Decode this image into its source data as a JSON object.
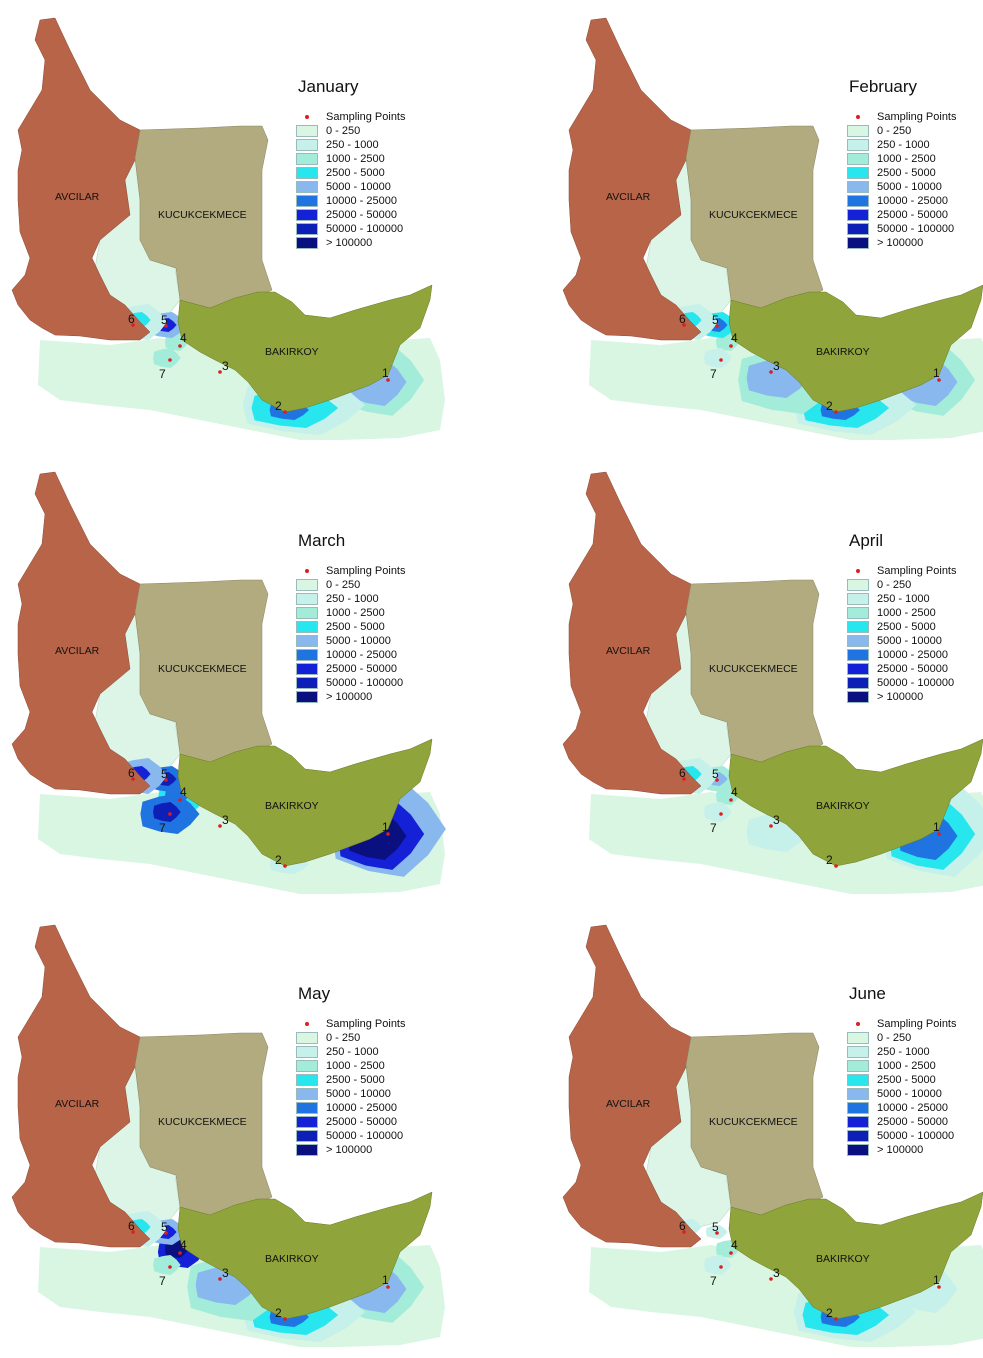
{
  "colors": {
    "avcilar": "#b86449",
    "kucukcekmece": "#b2ab80",
    "bakirkoy": "#8fa43a",
    "lake_land": "#dcf5e6",
    "sampling_point": "#dd1e1e"
  },
  "district_labels": [
    "AVCILAR",
    "KUCUKCEKMECE",
    "BAKIRKOY"
  ],
  "legend": {
    "sampling_points_label": "Sampling Points",
    "classes": [
      {
        "label": "0 - 250",
        "color": "#d9f6e2"
      },
      {
        "label": "250 - 1000",
        "color": "#c6f0ea"
      },
      {
        "label": "1000 - 2500",
        "color": "#a4ecda"
      },
      {
        "label": "2500 - 5000",
        "color": "#27e6ee"
      },
      {
        "label": "5000 - 10000",
        "color": "#88b8ee"
      },
      {
        "label": "10000 - 25000",
        "color": "#1f74e2"
      },
      {
        "label": "25000 - 50000",
        "color": "#1521d6"
      },
      {
        "label": "50000 - 100000",
        "color": "#0e1fb8"
      },
      {
        "label": "> 100000",
        "color": "#0a1080"
      }
    ]
  },
  "point_labels": [
    "1",
    "2",
    "3",
    "4",
    "5",
    "6",
    "7"
  ],
  "months": [
    {
      "name": "January",
      "classes": {
        "p1": 4,
        "p2": 5,
        "p3": 0,
        "p4": 2,
        "p5": 6,
        "p6": 3,
        "p7": 2
      }
    },
    {
      "name": "February",
      "classes": {
        "p1": 4,
        "p2": 5,
        "p3": 4,
        "p4": 2,
        "p5": 5,
        "p6": 3,
        "p7": 1
      }
    },
    {
      "name": "March",
      "classes": {
        "p1": 8,
        "p2": 1,
        "p3": 0,
        "p4": 5,
        "p5": 7,
        "p6": 6,
        "p7": 7
      }
    },
    {
      "name": "April",
      "classes": {
        "p1": 5,
        "p2": 0,
        "p3": 1,
        "p4": 2,
        "p5": 4,
        "p6": 3,
        "p7": 1
      }
    },
    {
      "name": "May",
      "classes": {
        "p1": 4,
        "p2": 5,
        "p3": 4,
        "p4": 8,
        "p5": 6,
        "p6": 3,
        "p7": 2
      }
    },
    {
      "name": "June",
      "classes": {
        "p1": 1,
        "p2": 5,
        "p3": 0,
        "p4": 2,
        "p5": 1,
        "p6": 1,
        "p7": 1
      }
    }
  ]
}
